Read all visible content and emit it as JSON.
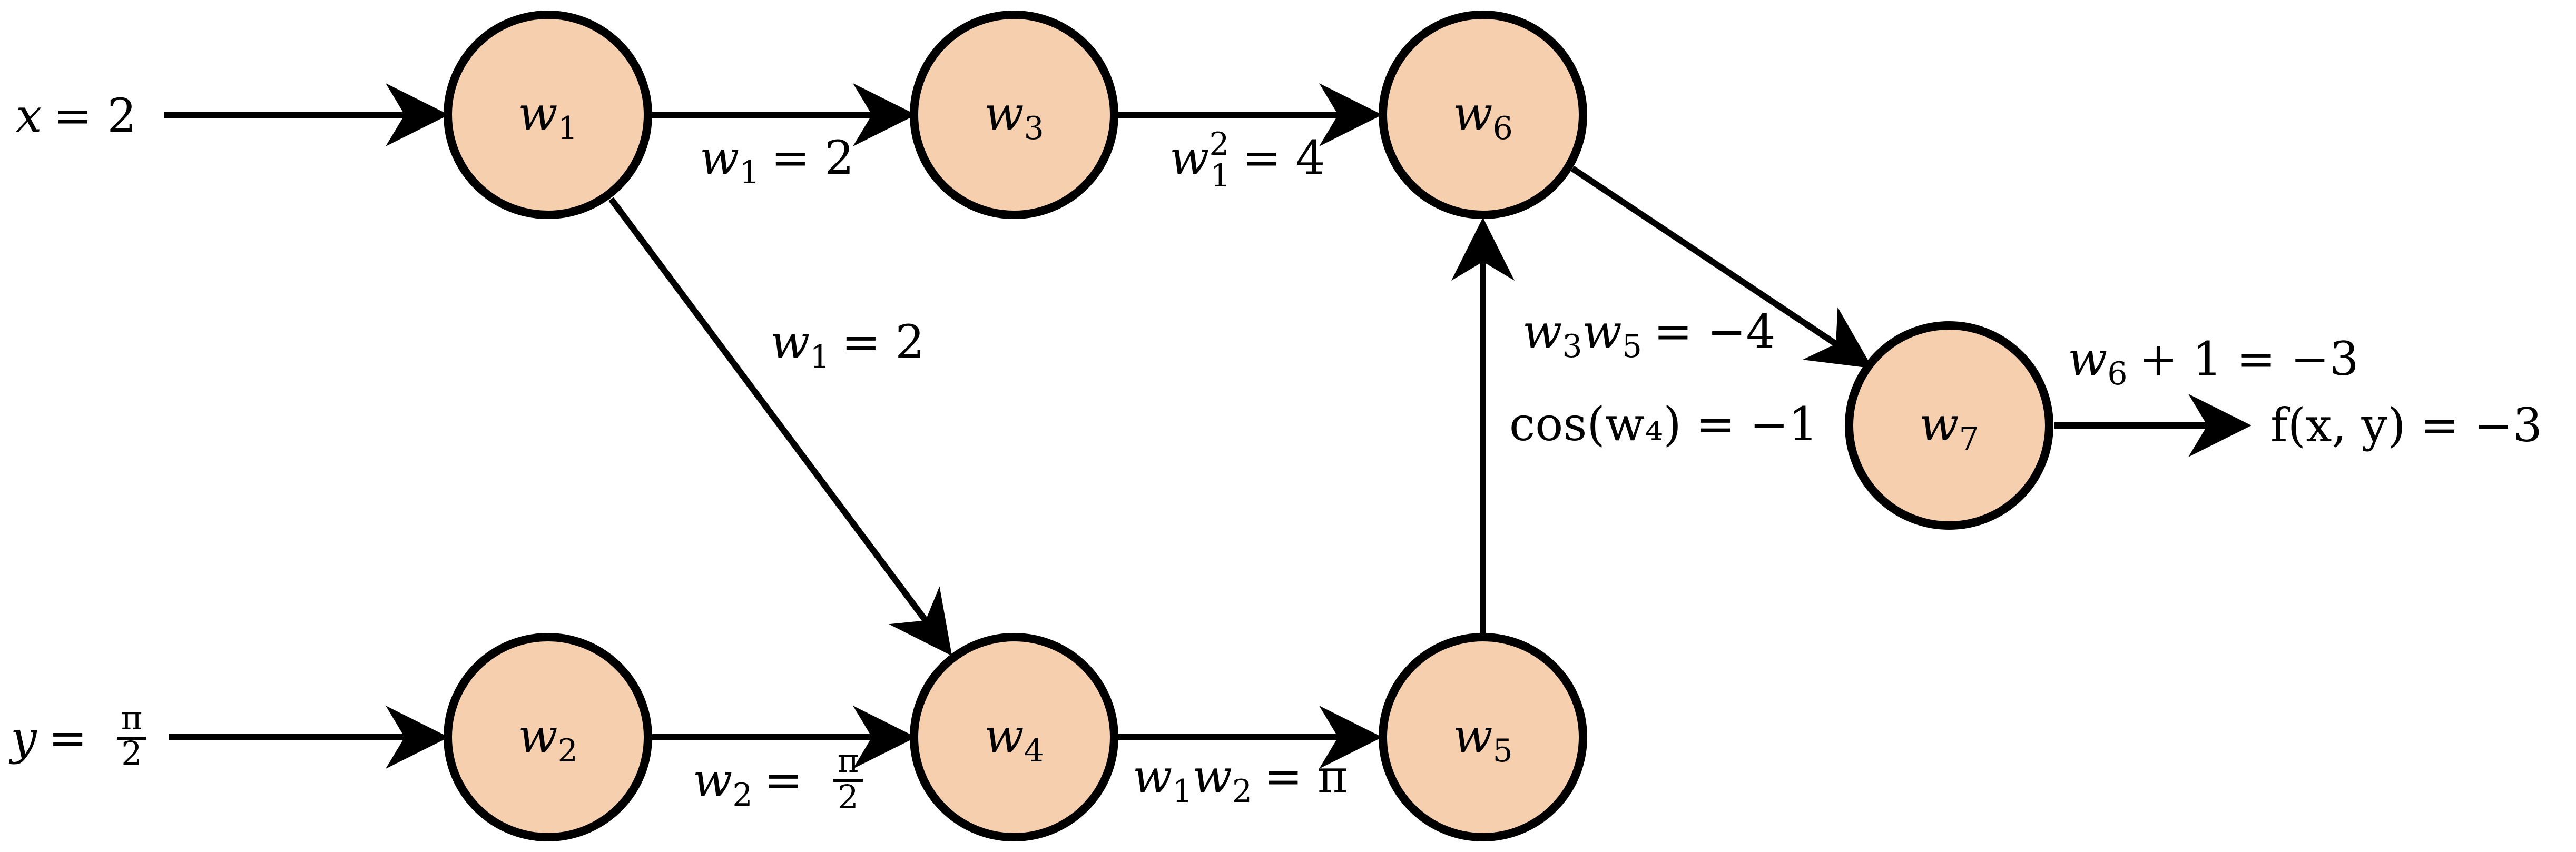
{
  "nodes": [
    {
      "id": "w1",
      "base": "w",
      "sub": "1"
    },
    {
      "id": "w2",
      "base": "w",
      "sub": "2"
    },
    {
      "id": "w3",
      "base": "w",
      "sub": "3"
    },
    {
      "id": "w4",
      "base": "w",
      "sub": "4"
    },
    {
      "id": "w5",
      "base": "w",
      "sub": "5"
    },
    {
      "id": "w6",
      "base": "w",
      "sub": "6"
    },
    {
      "id": "w7",
      "base": "w",
      "sub": "7"
    }
  ],
  "inputs": {
    "x": {
      "lhs": "x",
      "rhs": "= 2"
    },
    "y": {
      "lhs": "y",
      "eq": "=",
      "num": "π",
      "den": "2"
    }
  },
  "output": {
    "text": "f(x, y) = −3"
  },
  "edges": {
    "w1_w3": "= 2",
    "w3_w6": "= 4",
    "w1_w4": "= 2",
    "w2_w4_num": "π",
    "w2_w4_den": "2",
    "w4_w5": "= π",
    "w5_w6_a": "= −4",
    "w5_w6_b": "cos(w₄) = −1",
    "w6_w7": "+ 1 = −3"
  }
}
